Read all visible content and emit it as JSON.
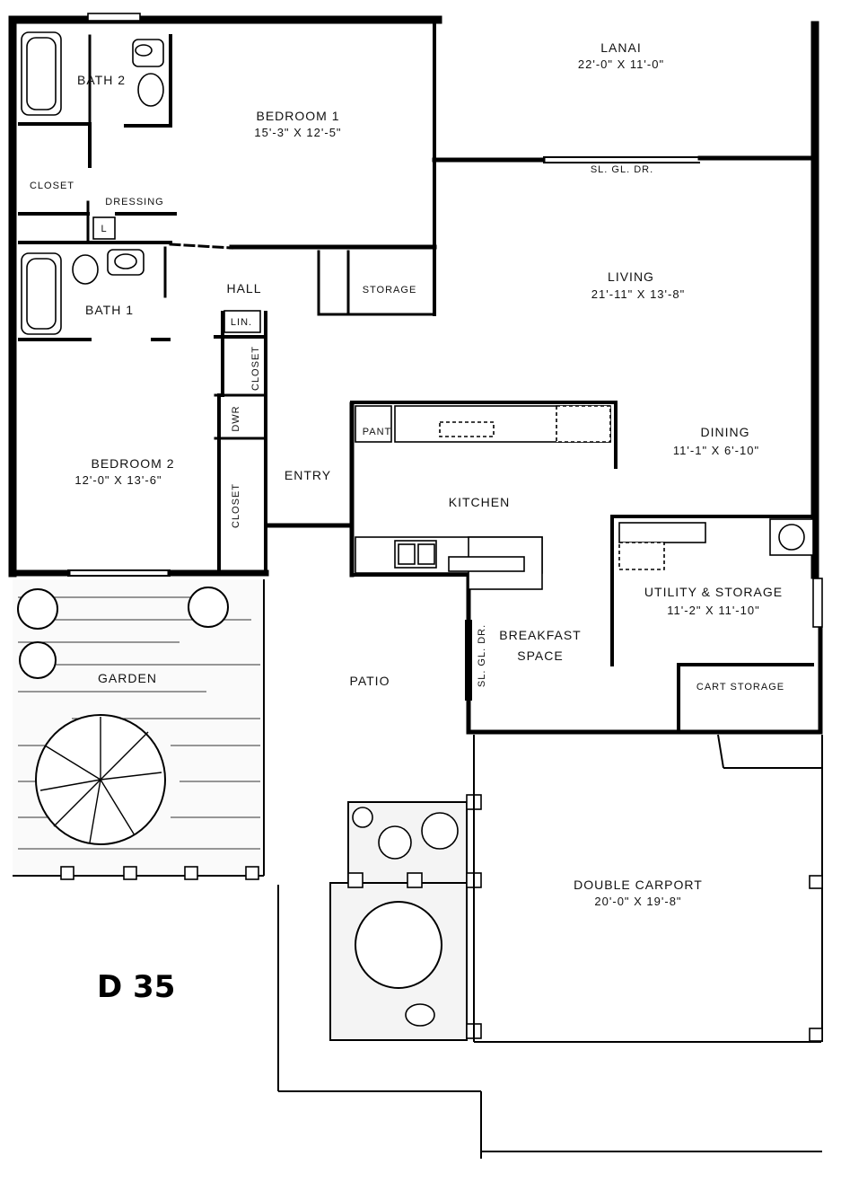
{
  "plan": {
    "id": "D 35",
    "rooms": {
      "lanai": {
        "name": "LANAI",
        "dims": "22'-0\" X 11'-0\""
      },
      "bath2": {
        "name": "BATH 2"
      },
      "bedroom1": {
        "name": "BEDROOM 1",
        "dims": "15'-3\" X 12'-5\""
      },
      "closet_top": {
        "name": "CLOSET"
      },
      "dressing": {
        "name": "DRESSING"
      },
      "sliding_door_top": {
        "name": "SL. GL. DR."
      },
      "living": {
        "name": "LIVING",
        "dims": "21'-11\" X 13'-8\""
      },
      "bath1": {
        "name": "BATH 1"
      },
      "hall": {
        "name": "HALL"
      },
      "storage": {
        "name": "STORAGE"
      },
      "linen": {
        "name": "LIN."
      },
      "closet_side": {
        "name": "CLOSET"
      },
      "dwr": {
        "name": "DWR"
      },
      "pantry": {
        "name": "PANT"
      },
      "dining": {
        "name": "DINING",
        "dims": "11'-1\" X 6'-10\""
      },
      "bedroom2": {
        "name": "BEDROOM 2",
        "dims": "12'-0\" X 13'-6\""
      },
      "entry": {
        "name": "ENTRY"
      },
      "kitchen": {
        "name": "KITCHEN"
      },
      "closet_bed2": {
        "name": "CLOSET"
      },
      "utility": {
        "name": "UTILITY & STORAGE",
        "dims": "11'-2\" X 11'-10\""
      },
      "breakfast_1": {
        "name": "BREAKFAST"
      },
      "breakfast_2": {
        "name": "SPACE"
      },
      "sliding_door_side": {
        "name": "SL. GL. DR."
      },
      "garden": {
        "name": "GARDEN"
      },
      "patio": {
        "name": "PATIO"
      },
      "cart": {
        "name": "CART STORAGE"
      },
      "carport": {
        "name": "DOUBLE CARPORT",
        "dims": "20'-0\" X 19'-8\""
      },
      "lav": {
        "name": "L"
      }
    }
  }
}
